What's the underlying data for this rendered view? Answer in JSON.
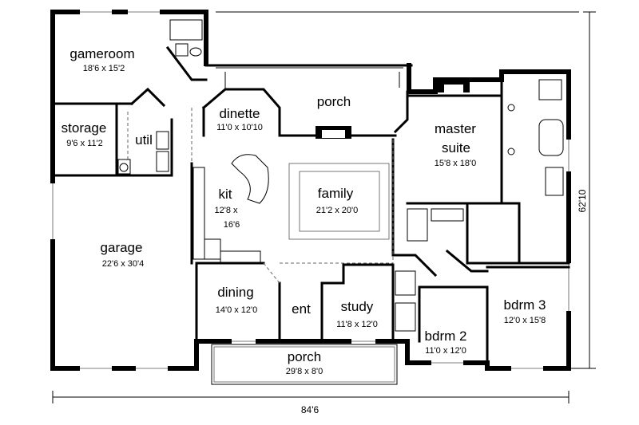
{
  "rooms": {
    "gameroom": {
      "name": "gameroom",
      "size": "18'6 x 15'2"
    },
    "storage": {
      "name": "storage",
      "size": "9'6 x 11'2"
    },
    "util": {
      "name": "util"
    },
    "garage": {
      "name": "garage",
      "size": "22'6 x 30'4"
    },
    "dinette": {
      "name": "dinette",
      "size": "11'0 x 10'10"
    },
    "porch_rear": {
      "name": "porch"
    },
    "kit": {
      "name": "kit",
      "size_line1": "12'8 x",
      "size_line2": "16'6"
    },
    "family": {
      "name": "family",
      "size": "21'2 x 20'0"
    },
    "master": {
      "name_line1": "master",
      "name_line2": "suite",
      "size": "15'8 x 18'0"
    },
    "dining": {
      "name": "dining",
      "size": "14'0 x 12'0"
    },
    "ent": {
      "name": "ent"
    },
    "study": {
      "name": "study",
      "size": "11'8 x 12'0"
    },
    "bdrm2": {
      "name": "bdrm 2",
      "size": "11'0 x 12'0"
    },
    "bdrm3": {
      "name": "bdrm 3",
      "size": "12'0 x 15'8"
    },
    "porch_front": {
      "name": "porch",
      "size": "29'8 x 8'0"
    }
  },
  "dimensions": {
    "width": "84'6",
    "depth": "62'10"
  }
}
